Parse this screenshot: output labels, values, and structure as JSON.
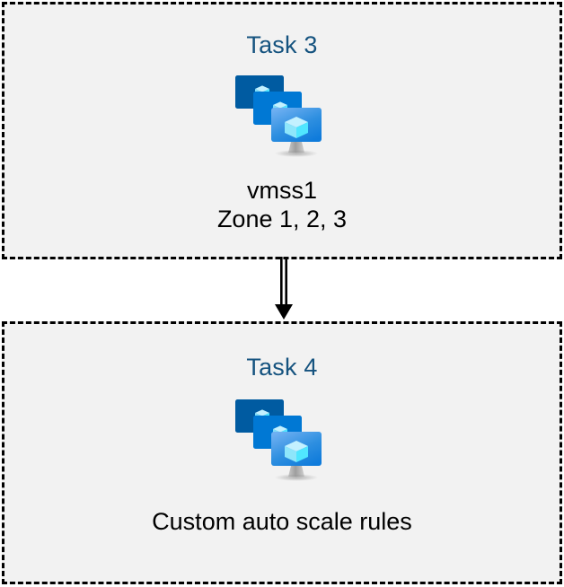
{
  "diagram": {
    "type": "flow",
    "orientation": "vertical",
    "background_color": "#ffffff",
    "box_fill_color": "#f2f2f2",
    "box_border_color": "#000000",
    "box_border_style": "dashed",
    "title_color": "#15537f",
    "caption_color": "#000000",
    "nodes": [
      {
        "id": "task3",
        "title": "Task 3",
        "icon": "azure-vm-scale-set-icon",
        "caption_lines": [
          "vmss1",
          "Zone 1, 2, 3"
        ]
      },
      {
        "id": "task4",
        "title": "Task 4",
        "icon": "azure-vm-scale-set-icon",
        "caption_lines": [
          "Custom auto scale rules"
        ]
      }
    ],
    "connectors": [
      {
        "id": "task3-to-task4",
        "from": "task3",
        "to": "task4",
        "style": "double-line",
        "arrowhead": "solid-triangle",
        "color": "#000000"
      }
    ]
  },
  "icon_palette": {
    "screen_back": "#005BA1",
    "screen_mid": "#0078D4",
    "screen_front_top": "#5EA0EF",
    "screen_front_bottom": "#0F7BDB",
    "cube_top": "#C3F1FF",
    "cube_left": "#9CEBFF",
    "cube_right": "#50E6FF",
    "stand": "#B3B3B3"
  }
}
